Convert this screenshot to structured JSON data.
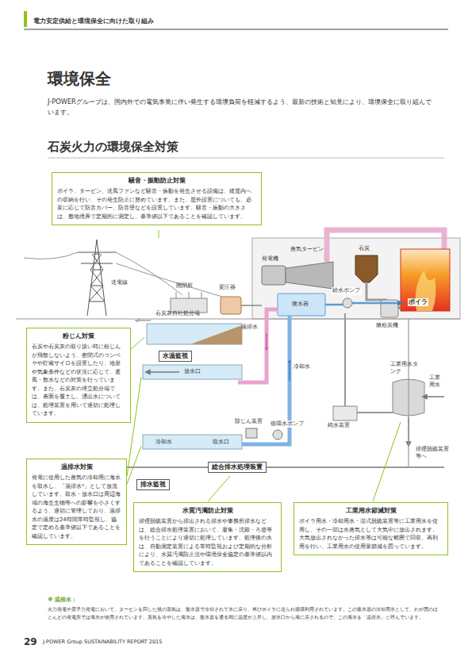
{
  "diagram": {
    "title": "環境保全",
    "nodes": [
      {
        "text": [
          "騒音・振動防止対策",
          "ボイラ、タービン、送風ファンなど騒音・振動を発生させる設備は、建屋内への収納を行い、その発生防止に努めています。また、屋外設置についても、必要に応じて防音カバー、防音壁などを設置しています。騒音・振動の大きさは、敷地境界で定期的に測定し、基準値以下であることを確認しています。"
        ]
      },
      {
        "text": [
          "粉じん対策",
          "石炭や石炭灰の取り扱い時に粉じんが飛散しないよう、密閉式のコンベヤや貯蔵サイロを設置したり、地形や気象条件などの状況に応じて、遮風・散水などの対策を行っています。また、石炭灰の埋立処分場では、表面を覆土し、湧出水については、処理装置を用いて適切に処理しています。"
        ]
      },
      {
        "text": [
          "水温監視"
        ]
      },
      {
        "text": [
          "温排水対策",
          "発電に使用した蒸気の冷却用に海水を取水し、「温排水*」として放流しています。取水・放水口は周辺海域の海生生物等への影響を小さくするよう、適切に管理しており、温排水の温度は24時間常時監視し、協定で定める基準値以下であることを確認しています。"
        ]
      },
      {
        "text": [
          "総合排水処理装置"
        ]
      },
      {
        "text": [
          "排水監視"
        ]
      },
      {
        "text": [
          "水質汚濁防止対策",
          "排煙脱硫装置から排出される排水や事務所排水などは、総合排水処理装置において、凝集・沈殿・ろ過等を行うことにより適切に処理しています。処理後の水は、自動測定装置による常時監視および定期的な分析により、水質汚濁防止法や環境保全協定の基準値以内であることを確認しています。"
        ]
      },
      {
        "text": [
          "工業用水節減対策",
          "ボイラ用水・冷却用水・湿式脱硫装置等に工業用水を使用し、その一部は水蒸気として大気中に放出されます。大気放出されなかった排水等は可能な範囲で回収、再利用を行い、工業用水の使用量節減を図っています。"
        ]
      }
    ],
    "labels": [
      "電力安定供給と環境保全に向けた取り組み",
      "J-POWERグループは、国内外での電気事業に伴い発生する環境負荷を軽減するよう、最新の技術と知見により、環境保全に取り組んでいます。",
      "石炭火力の環境保全対策",
      "送電線",
      "開閉所",
      "変圧器",
      "発電機",
      "蒸気タービン",
      "石炭",
      "給水ポンプ",
      "ボイラ",
      "復水器",
      "微粉炭機",
      "石炭灰自社処分場",
      "温排水",
      "冷却水",
      "放水口",
      "除じん装置",
      "循環水ポンプ",
      "冷却水",
      "取水口",
      "純水装置",
      "工業用水タンク",
      "工業用水",
      "排煙脱硫装置等へ",
      "※ 温排水：",
      "火力発電や原子力発電において、タービンを回した後の蒸気は、復水器で冷却されて水に戻り、再びボイラに送られ循環利用されています。この復水器の冷却用水として、わが国のほとんどの発電所では海水が使用されています。蒸気を冷やした海水は、復水器を通る間に温度が上昇し、放水口から海に戻されるので、この海水を「温排水」と呼んでいます。",
      "29",
      "J-POWER Group SUSTAINABILITY REPORT 2015"
    ]
  }
}
